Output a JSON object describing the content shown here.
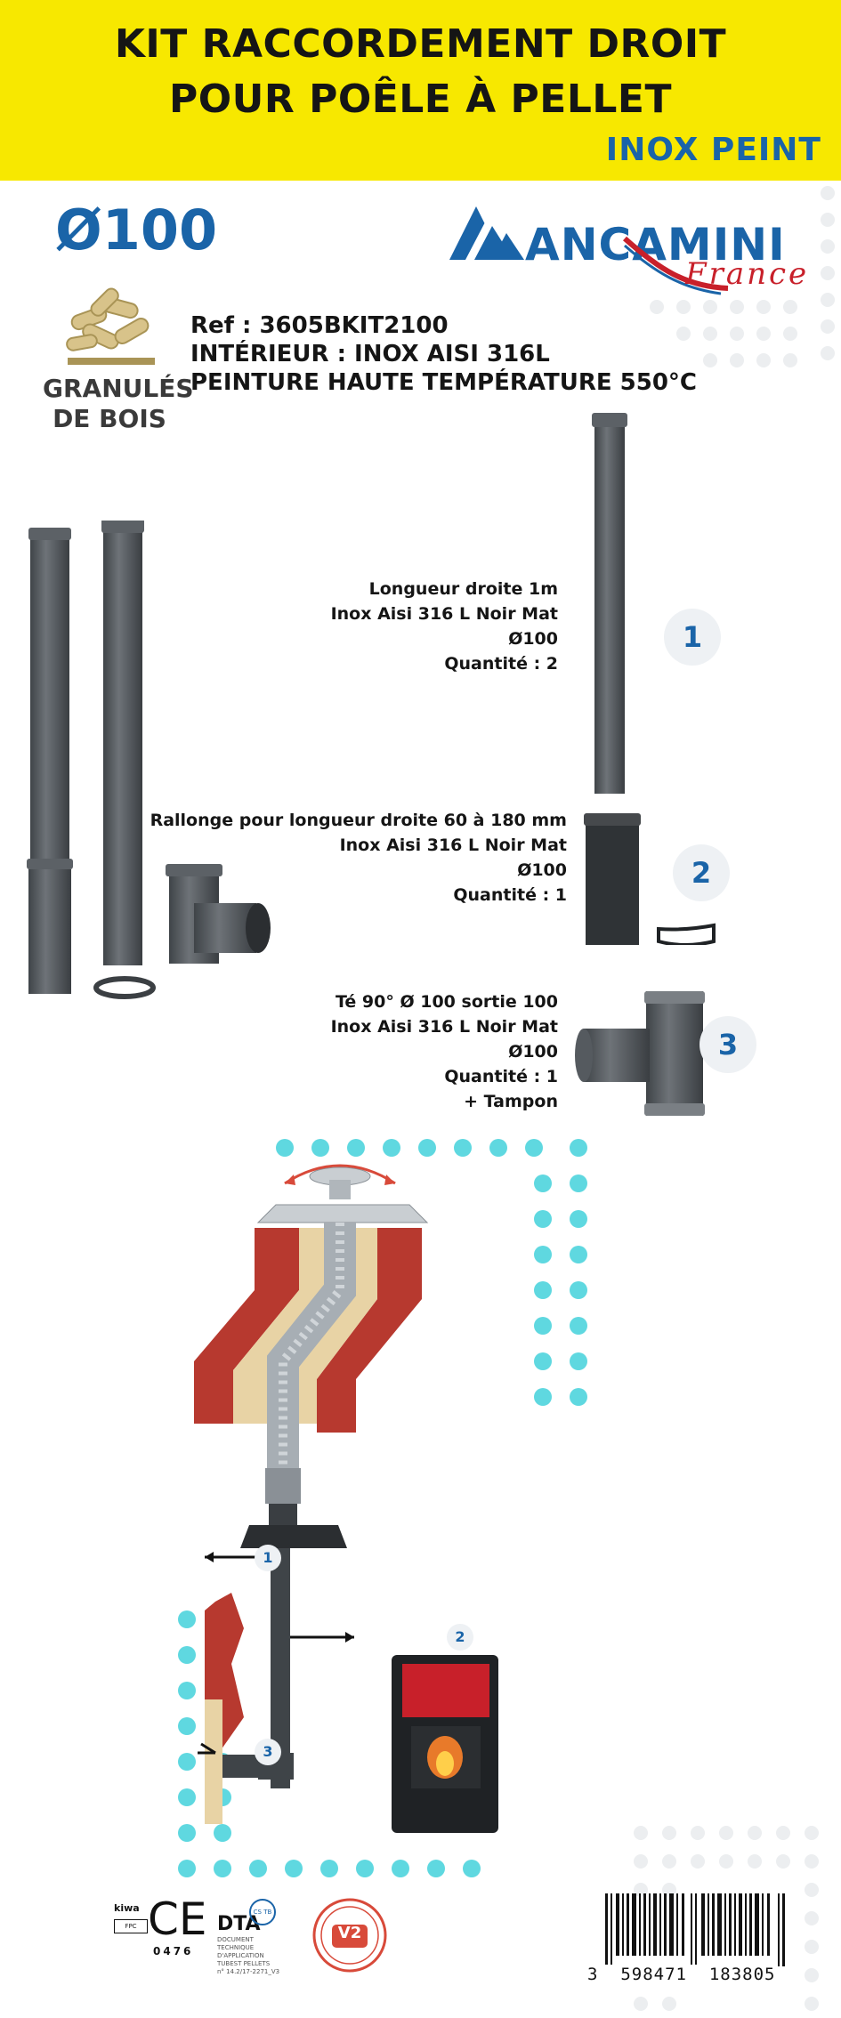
{
  "header": {
    "title_line1": "KIT RACCORDEMENT DROIT",
    "title_line2": "POUR POÊLE À PELLET",
    "subtitle": "INOX PEINT",
    "background_color": "#f7e800"
  },
  "diameter": "Ø100",
  "brand": {
    "name": "ANCAMINI",
    "sub": "France",
    "primary_color": "#1a64a8",
    "secondary_color": "#c8202a"
  },
  "fuel": {
    "line1": "GRANULÉS",
    "line2": "DE BOIS",
    "icon": "wood-pellets-icon"
  },
  "product": {
    "ref": "Ref : 3605BKIT2100",
    "interior": "INTÉRIEUR : INOX AISI 316L",
    "paint": "PEINTURE HAUTE TEMPÉRATURE 550°C"
  },
  "components": [
    {
      "number": "1",
      "name": "Longueur droite 1m",
      "material": "Inox Aisi 316 L Noir Mat",
      "diameter": "Ø100",
      "quantity": "Quantité : 2",
      "extra": ""
    },
    {
      "number": "2",
      "name": "Rallonge pour longueur droite 60 à 180 mm",
      "material": "Inox Aisi 316 L Noir Mat",
      "diameter": "Ø100",
      "quantity": "Quantité : 1",
      "extra": ""
    },
    {
      "number": "3",
      "name": "Té 90° Ø 100 sortie 100",
      "material": "Inox Aisi 316 L Noir Mat",
      "diameter": "Ø100",
      "quantity": "Quantité : 1",
      "extra": "+ Tampon"
    }
  ],
  "diagram_callouts": [
    "1",
    "2",
    "3"
  ],
  "certifications": {
    "kiwa": "kiwa",
    "fpc": "FPC",
    "ce": "CE",
    "ce_number": "0476",
    "dta": "DTA",
    "cstb": "CS TB",
    "dta_line1": "DOCUMENT",
    "dta_line2": "TECHNIQUE",
    "dta_line3": "D'APPLICATION",
    "dta_line4": "TUBEST PELLETS",
    "dta_line5": "n° 14.2/17-2271_V3",
    "v2": "V2"
  },
  "barcode": {
    "digits": "3  598471  183805"
  },
  "accent_dot_color": "#5fd8e0",
  "pipe_color": "#555a5f"
}
